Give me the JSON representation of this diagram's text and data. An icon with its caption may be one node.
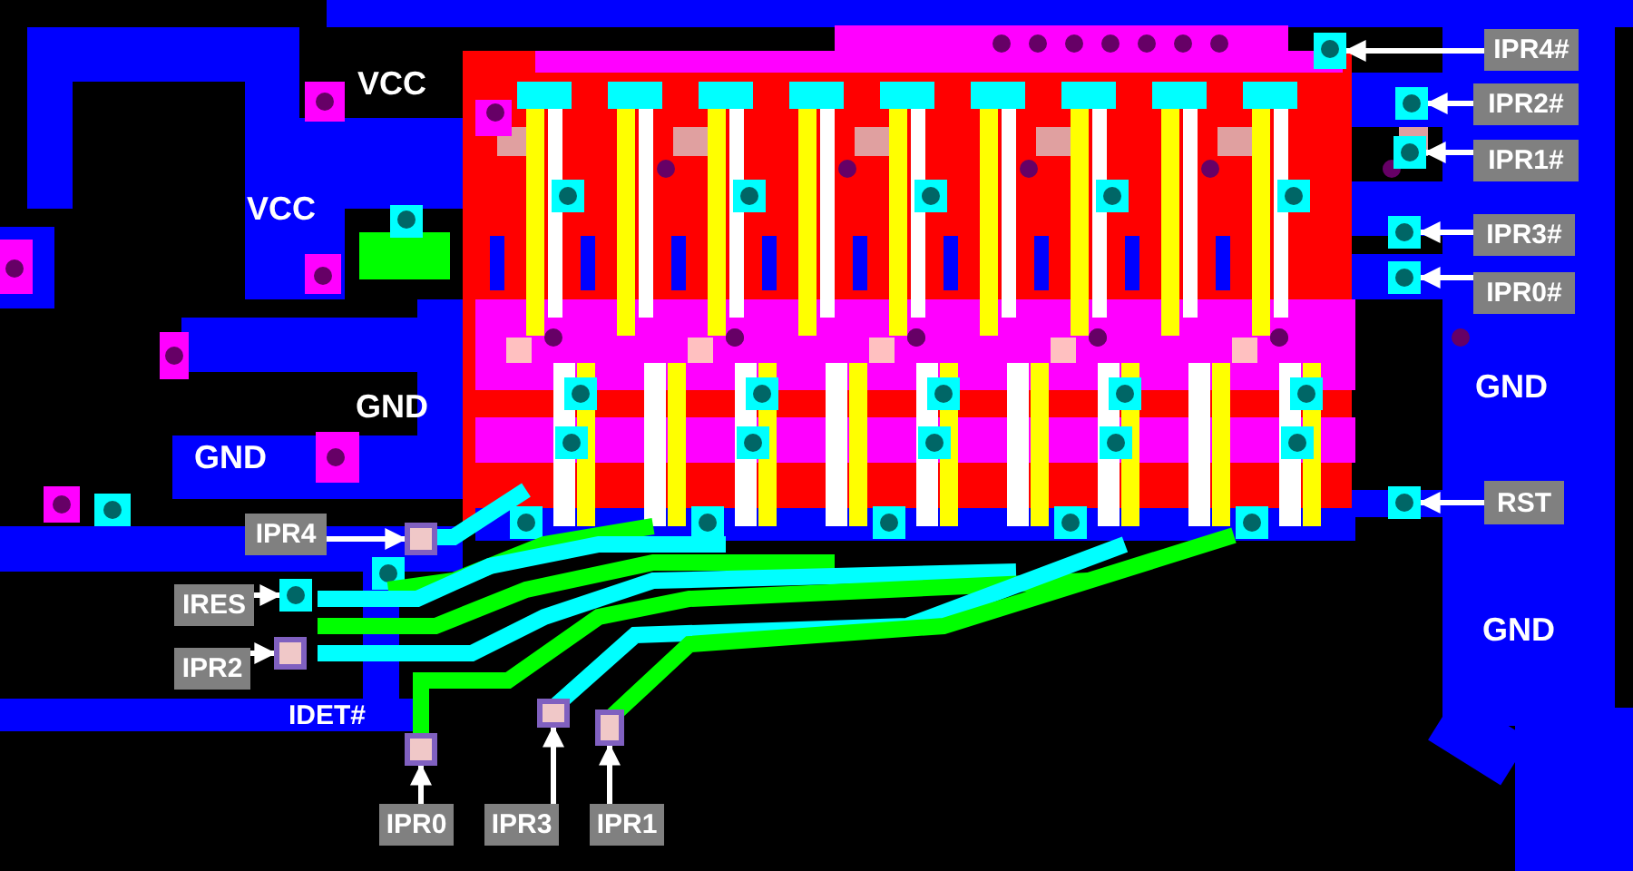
{
  "diagram": {
    "nodes": [
      {
        "text": [
          "IPR4#"
        ]
      },
      {
        "text": [],
        "shape": "box"
      },
      {
        "text": [
          "IPR2#"
        ]
      },
      {
        "text": [],
        "shape": "box"
      },
      {
        "text": [
          "IPR1#"
        ]
      },
      {
        "text": [],
        "shape": "box"
      },
      {
        "text": [
          "IPR3#"
        ]
      },
      {
        "text": [],
        "shape": "box"
      },
      {
        "text": [
          "IPR0#"
        ]
      },
      {
        "text": [],
        "shape": "box"
      },
      {
        "text": [
          "RST"
        ]
      },
      {
        "text": [],
        "shape": "box"
      },
      {
        "text": [
          "IPR4"
        ]
      },
      {
        "text": [],
        "shape": "box"
      },
      {
        "text": [
          "IRES"
        ]
      },
      {
        "text": [],
        "shape": "box"
      },
      {
        "text": [
          "IPR2"
        ]
      },
      {
        "text": [],
        "shape": "box"
      },
      {
        "text": [
          "IPR0"
        ]
      },
      {
        "text": [],
        "shape": "box"
      },
      {
        "text": [
          "IPR3"
        ]
      },
      {
        "text": [],
        "shape": "box"
      },
      {
        "text": [
          "IPR1"
        ]
      },
      {
        "text": [],
        "shape": "box"
      }
    ],
    "edges": [
      {
        "from": 0,
        "to": 1,
        "arrow": "to"
      },
      {
        "from": 2,
        "to": 3,
        "arrow": "to"
      },
      {
        "from": 4,
        "to": 5,
        "arrow": "to"
      },
      {
        "from": 6,
        "to": 7,
        "arrow": "to"
      },
      {
        "from": 8,
        "to": 9,
        "arrow": "to"
      },
      {
        "from": 10,
        "to": 11,
        "arrow": "to"
      },
      {
        "from": 12,
        "to": 13,
        "arrow": "to"
      },
      {
        "from": 14,
        "to": 15,
        "arrow": "to"
      },
      {
        "from": 16,
        "to": 17,
        "arrow": "to"
      },
      {
        "from": 18,
        "to": 19,
        "arrow": "to"
      },
      {
        "from": 20,
        "to": 21,
        "arrow": "to"
      },
      {
        "from": 22,
        "to": 23,
        "arrow": "to"
      }
    ],
    "labels": [
      "VCC",
      "VCC",
      "GND",
      "GND",
      "GND",
      "IDET#",
      "GND"
    ]
  }
}
